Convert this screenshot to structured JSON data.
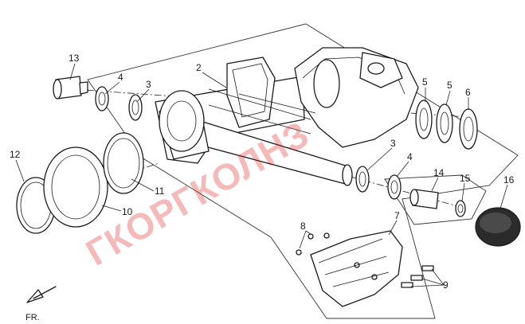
{
  "diagram": {
    "callouts": [
      "13",
      "4",
      "3",
      "2",
      "5",
      "5",
      "6",
      "12",
      "11",
      "10",
      "3",
      "4",
      "14",
      "15",
      "16",
      "7",
      "8",
      "9"
    ],
    "direction_label": "FR.",
    "watermark": "ГКОРГКОЛНЗ"
  }
}
